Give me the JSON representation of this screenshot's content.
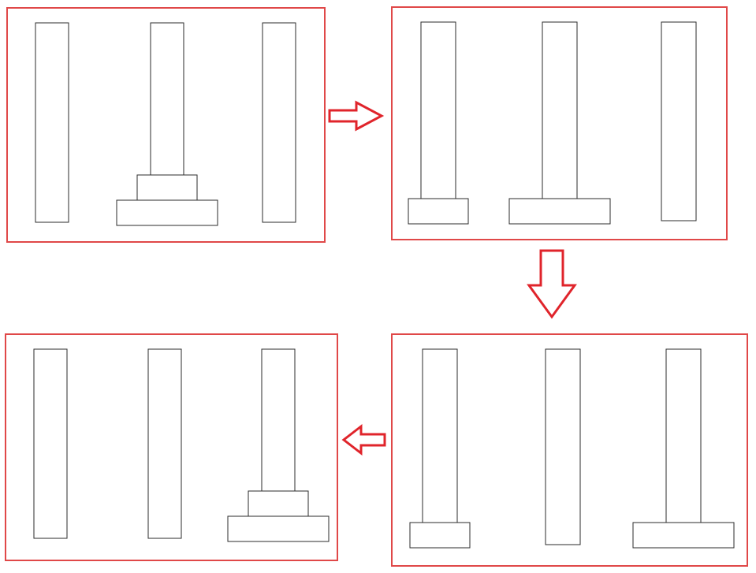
{
  "colors": {
    "frame": "#e04848",
    "arrow": "#e0242b",
    "shape": "#2b2b2b",
    "background": "#ffffff"
  },
  "diagram": {
    "title": "",
    "peg_count": 3,
    "steps": [
      {
        "step": 1,
        "pegs": [
          [],
          [
            2,
            1
          ],
          []
        ]
      },
      {
        "step": 2,
        "pegs": [
          [
            1
          ],
          [
            2
          ],
          []
        ]
      },
      {
        "step": 3,
        "pegs": [
          [
            1
          ],
          [],
          [
            2
          ]
        ]
      },
      {
        "step": 4,
        "pegs": [
          [],
          [],
          [
            2,
            1
          ]
        ]
      }
    ],
    "arrows": [
      {
        "from": 1,
        "to": 2,
        "direction": "right"
      },
      {
        "from": 2,
        "to": 3,
        "direction": "down"
      },
      {
        "from": 3,
        "to": 4,
        "direction": "left"
      }
    ]
  }
}
